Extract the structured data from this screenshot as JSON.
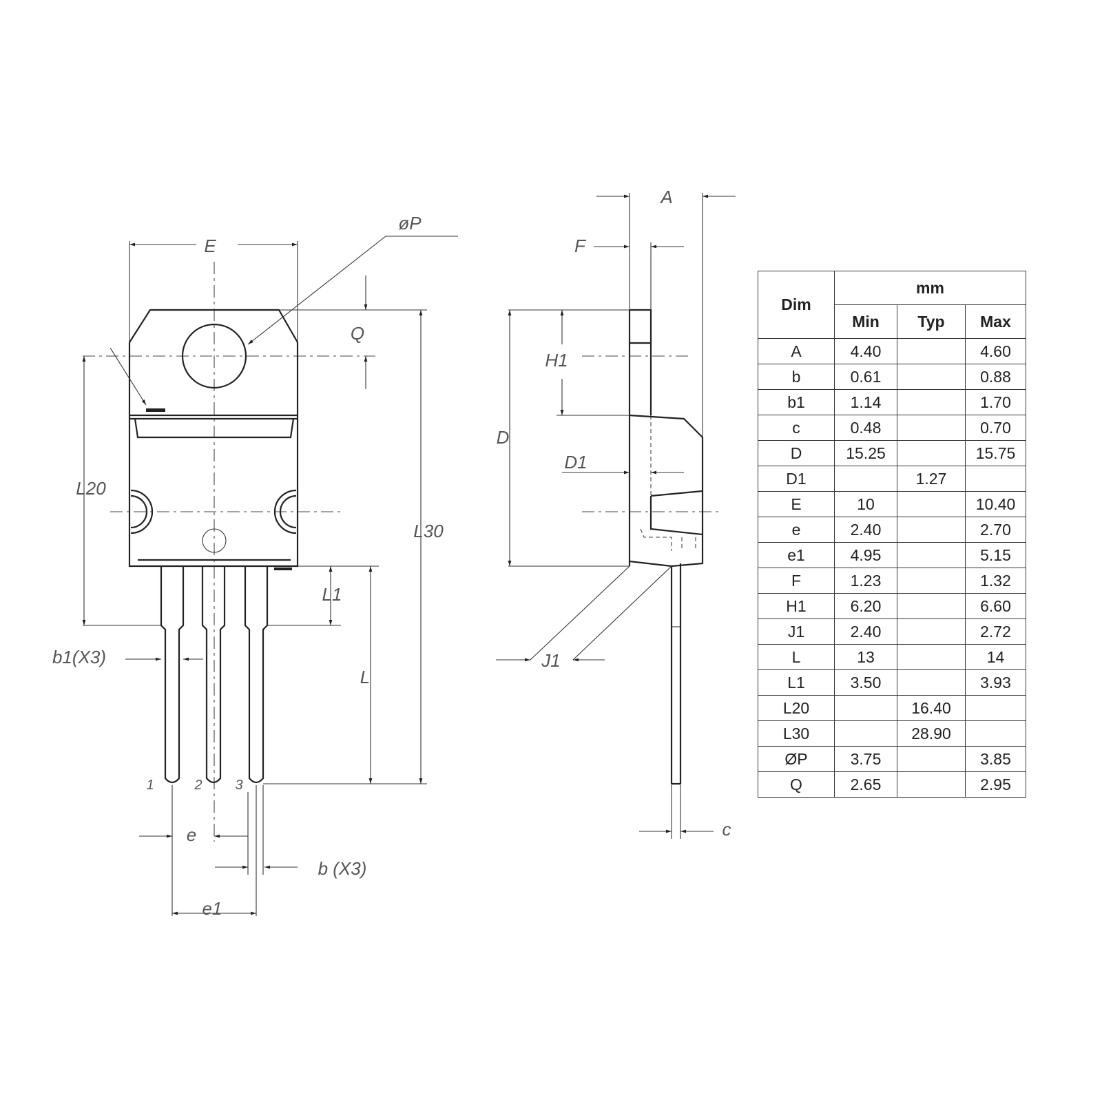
{
  "front_view": {
    "labels": {
      "E": "E",
      "P": "øP",
      "Q": "Q",
      "L20": "L20",
      "L30": "L30",
      "L1": "L1",
      "L": "L",
      "b1": "b1(X3)",
      "e": "e",
      "b": "b  (X3)",
      "e1": "e1"
    },
    "pins": [
      "1",
      "2",
      "3"
    ]
  },
  "side_view": {
    "labels": {
      "A": "A",
      "F": "F",
      "H1": "H1",
      "D": "D",
      "D1": "D1",
      "J1": "J1",
      "c": "c"
    }
  },
  "table": {
    "header": {
      "dim": "Dim",
      "unit": "mm",
      "min": "Min",
      "typ": "Typ",
      "max": "Max"
    },
    "rows": [
      {
        "dim": "A",
        "min": "4.40",
        "typ": "",
        "max": "4.60"
      },
      {
        "dim": "b",
        "min": "0.61",
        "typ": "",
        "max": "0.88"
      },
      {
        "dim": "b1",
        "min": "1.14",
        "typ": "",
        "max": "1.70"
      },
      {
        "dim": "c",
        "min": "0.48",
        "typ": "",
        "max": "0.70"
      },
      {
        "dim": "D",
        "min": "15.25",
        "typ": "",
        "max": "15.75"
      },
      {
        "dim": "D1",
        "min": "",
        "typ": "1.27",
        "max": ""
      },
      {
        "dim": "E",
        "min": "10",
        "typ": "",
        "max": "10.40"
      },
      {
        "dim": "e",
        "min": "2.40",
        "typ": "",
        "max": "2.70"
      },
      {
        "dim": "e1",
        "min": "4.95",
        "typ": "",
        "max": "5.15"
      },
      {
        "dim": "F",
        "min": "1.23",
        "typ": "",
        "max": "1.32"
      },
      {
        "dim": "H1",
        "min": "6.20",
        "typ": "",
        "max": "6.60"
      },
      {
        "dim": "J1",
        "min": "2.40",
        "typ": "",
        "max": "2.72"
      },
      {
        "dim": "L",
        "min": "13",
        "typ": "",
        "max": "14"
      },
      {
        "dim": "L1",
        "min": "3.50",
        "typ": "",
        "max": "3.93"
      },
      {
        "dim": "L20",
        "min": "",
        "typ": "16.40",
        "max": ""
      },
      {
        "dim": "L30",
        "min": "",
        "typ": "28.90",
        "max": ""
      },
      {
        "dim": "ØP",
        "min": "3.75",
        "typ": "",
        "max": "3.85"
      },
      {
        "dim": "Q",
        "min": "2.65",
        "typ": "",
        "max": "2.95"
      }
    ]
  }
}
